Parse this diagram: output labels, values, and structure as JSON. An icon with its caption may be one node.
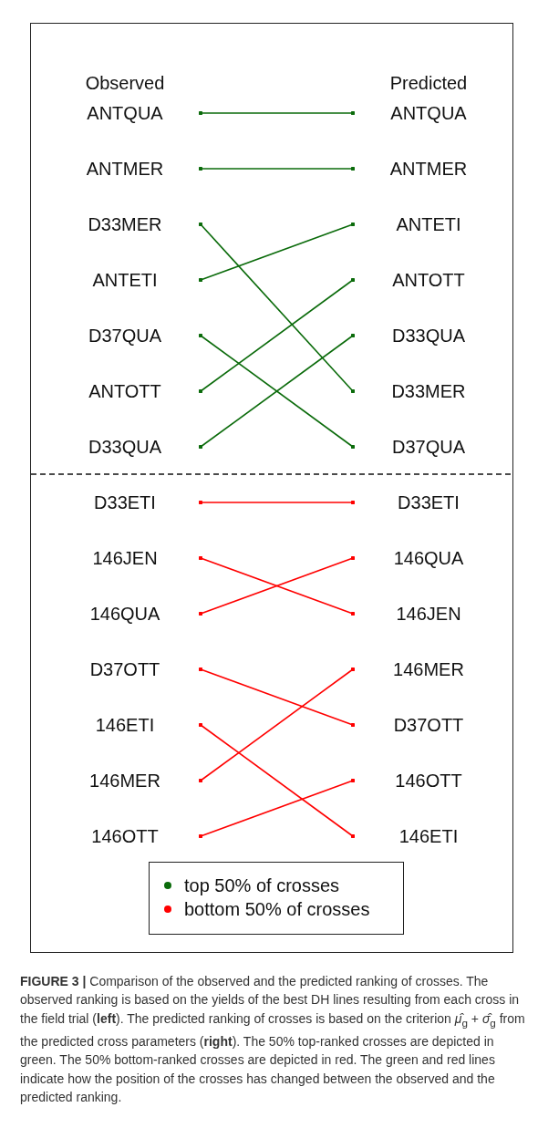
{
  "diagram": {
    "caption": "**FIGURE 3 |** Comparison of the observed and the predicted ranking of crosses. The observed ranking is based on the yields of the best DH lines resulting from each cross in the field trial (**left**). The predicted ranking of crosses is based on the criterion *μ̂*$_{g}$ + *σ̂*$_{g}$ from the predicted cross parameters (**right**). The 50% top-ranked crosses are depicted in green. The 50% bottom-ranked crosses are depicted in red. The green and red lines indicate how the position of the crosses has changed between the observed and the predicted ranking.",
    "nodes": [
      {
        "text": [
          "ANTQUA"
        ]
      },
      {
        "text": [
          "ANTQUA"
        ]
      },
      {
        "text": [
          "ANTMER"
        ]
      },
      {
        "text": [
          "ANTMER"
        ]
      },
      {
        "text": [
          "D33MER"
        ]
      },
      {
        "text": [
          "ANTETI"
        ]
      },
      {
        "text": [
          "ANTETI"
        ]
      },
      {
        "text": [
          "ANTOTT"
        ]
      },
      {
        "text": [
          "D37QUA"
        ]
      },
      {
        "text": [
          "D33QUA"
        ]
      },
      {
        "text": [
          "ANTOTT"
        ]
      },
      {
        "text": [
          "D33MER"
        ]
      },
      {
        "text": [
          "D33QUA"
        ]
      },
      {
        "text": [
          "D37QUA"
        ]
      },
      {
        "text": [
          "D33ETI"
        ]
      },
      {
        "text": [
          "D33ETI"
        ]
      },
      {
        "text": [
          "146JEN"
        ]
      },
      {
        "text": [
          "146QUA"
        ]
      },
      {
        "text": [
          "146QUA"
        ]
      },
      {
        "text": [
          "146JEN"
        ]
      },
      {
        "text": [
          "D37OTT"
        ]
      },
      {
        "text": [
          "146MER"
        ]
      },
      {
        "text": [
          "146ETI"
        ]
      },
      {
        "text": [
          "D37OTT"
        ]
      },
      {
        "text": [
          "146MER"
        ]
      },
      {
        "text": [
          "146OTT"
        ]
      },
      {
        "text": [
          "146OTT"
        ]
      },
      {
        "text": [
          "146ETI"
        ]
      }
    ],
    "edges": [
      {
        "from": 0,
        "to": 1,
        "arrow": "other",
        "color": "#0b6b0b"
      },
      {
        "from": 2,
        "to": 3,
        "arrow": "other",
        "color": "#0b6b0b"
      },
      {
        "from": 4,
        "to": 11,
        "arrow": "other",
        "color": "#0b6b0b"
      },
      {
        "from": 6,
        "to": 5,
        "arrow": "other",
        "color": "#0b6b0b"
      },
      {
        "from": 8,
        "to": 13,
        "arrow": "other",
        "color": "#0b6b0b"
      },
      {
        "from": 10,
        "to": 7,
        "arrow": "other",
        "color": "#0b6b0b"
      },
      {
        "from": 12,
        "to": 9,
        "arrow": "other",
        "color": "#0b6b0b"
      },
      {
        "from": 14,
        "to": 15,
        "arrow": "other",
        "color": "#ff0000"
      },
      {
        "from": 16,
        "to": 19,
        "arrow": "other",
        "color": "#ff0000"
      },
      {
        "from": 18,
        "to": 17,
        "arrow": "other",
        "color": "#ff0000"
      },
      {
        "from": 20,
        "to": 23,
        "arrow": "other",
        "color": "#ff0000"
      },
      {
        "from": 22,
        "to": 27,
        "arrow": "other",
        "color": "#ff0000"
      },
      {
        "from": 24,
        "to": 21,
        "arrow": "other",
        "color": "#ff0000"
      },
      {
        "from": 26,
        "to": 25,
        "arrow": "other",
        "color": "#ff0000"
      }
    ],
    "labels": [
      "Observed",
      "Predicted"
    ],
    "legend": [
      {
        "text": "top 50% of crosses",
        "color": "#0b6b0b"
      },
      {
        "text": "bottom 50% of crosses",
        "color": "#ff0000"
      }
    ]
  }
}
